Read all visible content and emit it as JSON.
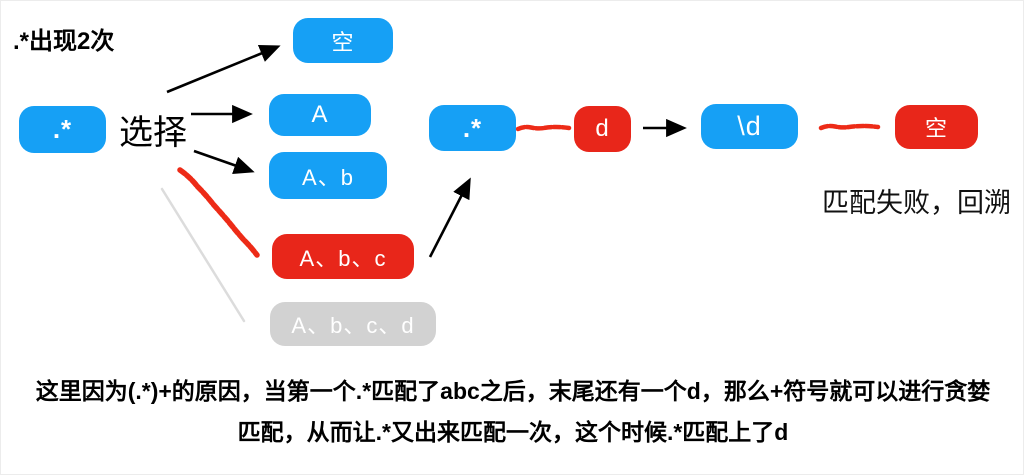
{
  "header": {
    "title": ".*出现2次"
  },
  "labels": {
    "choose": "选择",
    "fail": "匹配失败，回溯"
  },
  "nodes": {
    "star_left": ".*",
    "empty_blue": "空",
    "a": "A",
    "ab": "A、b",
    "abc": "A、b、c",
    "abcd": "A、b、c、d",
    "star_mid": ".*",
    "d": "d",
    "slash_d": "\\d",
    "empty_red": "空"
  },
  "caption": {
    "line1": "这里因为(.*)+的原因，当第一个.*匹配了abc之后，末尾还有一个d，那么+符号就可以进行贪婪",
    "line2": "匹配，从而让.*又出来匹配一次，这个时候.*匹配上了d"
  },
  "colors": {
    "blue": "#16A0F5",
    "red": "#E8261A",
    "gray": "#D2D2D2",
    "squiggle": "#ED2B17",
    "grayline": "#DCDCDC",
    "arrow": "#000000"
  }
}
